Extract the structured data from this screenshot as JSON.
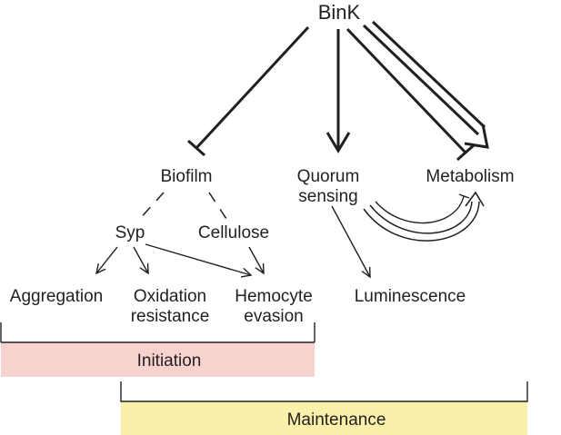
{
  "colors": {
    "line": "#231f20",
    "initiation_fill": "#f8d2cf",
    "maintenance_fill": "#fbf0a9",
    "text": "#231f20"
  },
  "nodes": {
    "bink": "BinK",
    "biofilm": "Biofilm",
    "quorum_line1": "Quorum",
    "quorum_line2": "sensing",
    "metabolism": "Metabolism",
    "syp": "Syp",
    "cellulose": "Cellulose",
    "aggregation": "Aggregation",
    "oxidation_line1": "Oxidation",
    "oxidation_line2": "resistance",
    "hemocyte_line1": "Hemocyte",
    "hemocyte_line2": "evasion",
    "luminescence": "Luminescence"
  },
  "phases": {
    "initiation": "Initiation",
    "maintenance": "Maintenance"
  },
  "edges": [
    {
      "from": "BinK",
      "to": "Biofilm",
      "type": "inhibition"
    },
    {
      "from": "BinK",
      "to": "Quorum sensing",
      "type": "activation"
    },
    {
      "from": "BinK",
      "to": "Metabolism",
      "type": "inhibition"
    },
    {
      "from": "BinK",
      "to": "Metabolism",
      "type": "activation-double"
    },
    {
      "from": "Biofilm",
      "to": "Syp",
      "type": "dashed"
    },
    {
      "from": "Biofilm",
      "to": "Cellulose",
      "type": "dashed"
    },
    {
      "from": "Syp",
      "to": "Aggregation",
      "type": "arrow"
    },
    {
      "from": "Syp",
      "to": "Oxidation resistance",
      "type": "arrow"
    },
    {
      "from": "Syp",
      "to": "Hemocyte evasion",
      "type": "arrow"
    },
    {
      "from": "Cellulose",
      "to": "Hemocyte evasion",
      "type": "arrow"
    },
    {
      "from": "Quorum sensing",
      "to": "Luminescence",
      "type": "arrow"
    },
    {
      "from": "Quorum sensing",
      "to": "Metabolism",
      "type": "activation-double-curved"
    },
    {
      "from": "Quorum sensing",
      "to": "Metabolism",
      "type": "inhibition-curved"
    }
  ]
}
